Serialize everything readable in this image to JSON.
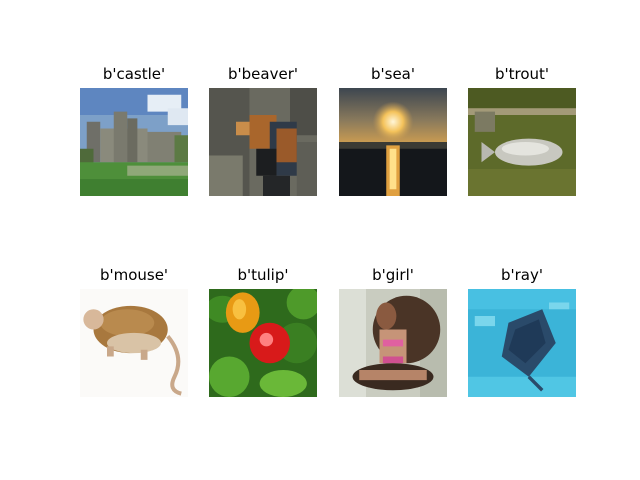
{
  "figure": {
    "panels": [
      {
        "id": "castle",
        "title": "b'castle'",
        "subject": "castle"
      },
      {
        "id": "beaver",
        "title": "b'beaver'",
        "subject": "beaver"
      },
      {
        "id": "sea",
        "title": "b'sea'",
        "subject": "sea"
      },
      {
        "id": "trout",
        "title": "b'trout'",
        "subject": "trout"
      },
      {
        "id": "mouse",
        "title": "b'mouse'",
        "subject": "mouse"
      },
      {
        "id": "tulip",
        "title": "b'tulip'",
        "subject": "tulip"
      },
      {
        "id": "girl",
        "title": "b'girl'",
        "subject": "girl"
      },
      {
        "id": "ray",
        "title": "b'ray'",
        "subject": "ray"
      }
    ]
  }
}
